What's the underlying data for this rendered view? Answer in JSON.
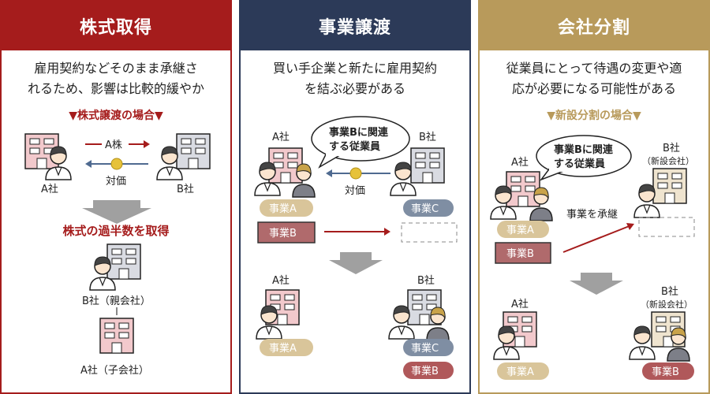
{
  "panels": [
    {
      "title": "株式取得",
      "desc_lines": [
        "雇用契約などそのまま承継さ",
        "れるため、影響は比較的緩やか"
      ],
      "case": "▼株式譲渡の場合▼",
      "company_a": "A社",
      "company_b": "B社",
      "stock": "A株",
      "price": "対価",
      "result": "株式の過半数を取得",
      "parent": "B社（親会社）",
      "child": "A社（子会社）",
      "colors": {
        "accent": "#a51c1c"
      }
    },
    {
      "title": "事業譲渡",
      "desc_lines": [
        "買い手企業と新たに雇用契約",
        "を結ぶ必要がある"
      ],
      "bubble": [
        "事業Bに関連",
        "する従業員"
      ],
      "company_a": "A社",
      "company_b": "B社",
      "price": "対価",
      "biz_a": "事業A",
      "biz_b": "事業B",
      "biz_c": "事業C",
      "colors": {
        "accent": "#2c3a58"
      }
    },
    {
      "title": "会社分割",
      "desc_lines": [
        "従業員にとって待遇の変更や適",
        "応が必要になる可能性がある"
      ],
      "case": "▼新設分割の場合▼",
      "bubble": [
        "事業Bに関連",
        "する従業員"
      ],
      "company_a": "A社",
      "company_b": "B社",
      "new_co": "（新設会社）",
      "inherit": "事業を承継",
      "biz_a": "事業A",
      "biz_b": "事業B",
      "colors": {
        "accent": "#b89a5b"
      }
    }
  ]
}
